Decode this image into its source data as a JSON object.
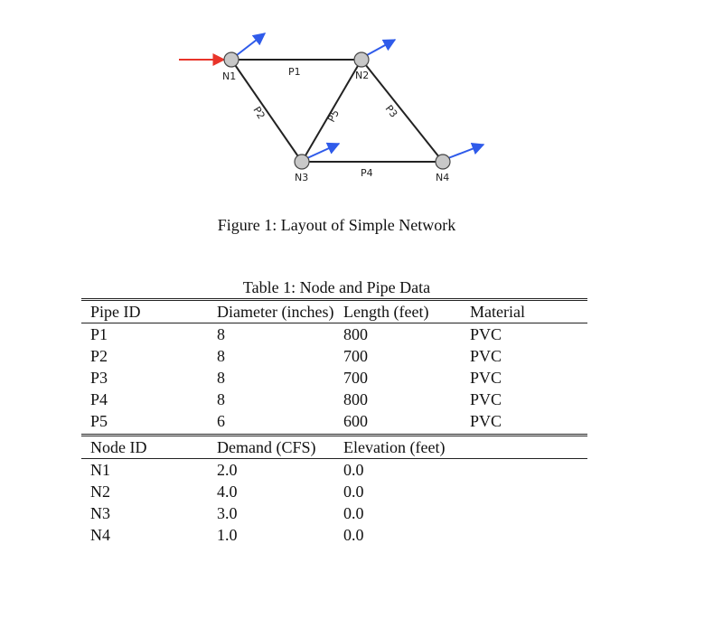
{
  "figure": {
    "nodes": [
      "N1",
      "N2",
      "N3",
      "N4"
    ],
    "pipes": [
      "P1",
      "P2",
      "P3",
      "P4",
      "P5"
    ],
    "caption": "Figure 1: Layout of Simple Network"
  },
  "table": {
    "caption": "Table 1: Node and Pipe Data",
    "pipe_headers": [
      "Pipe ID",
      "Diameter (inches)",
      "Length (feet)",
      "Material"
    ],
    "pipes": [
      [
        "P1",
        "8",
        "800",
        "PVC"
      ],
      [
        "P2",
        "8",
        "700",
        "PVC"
      ],
      [
        "P3",
        "8",
        "700",
        "PVC"
      ],
      [
        "P4",
        "8",
        "800",
        "PVC"
      ],
      [
        "P5",
        "6",
        "600",
        "PVC"
      ]
    ],
    "node_headers": [
      "Node ID",
      "Demand (CFS)",
      "Elevation (feet)"
    ],
    "nodes": [
      [
        "N1",
        "2.0",
        "0.0"
      ],
      [
        "N2",
        "4.0",
        "0.0"
      ],
      [
        "N3",
        "3.0",
        "0.0"
      ],
      [
        "N4",
        "1.0",
        "0.0"
      ]
    ]
  },
  "colors": {
    "inflow_arrow": "#e8342a",
    "demand_arrow": "#2f5bea",
    "node_fill": "#c8c8c8",
    "pipe": "#222222"
  }
}
